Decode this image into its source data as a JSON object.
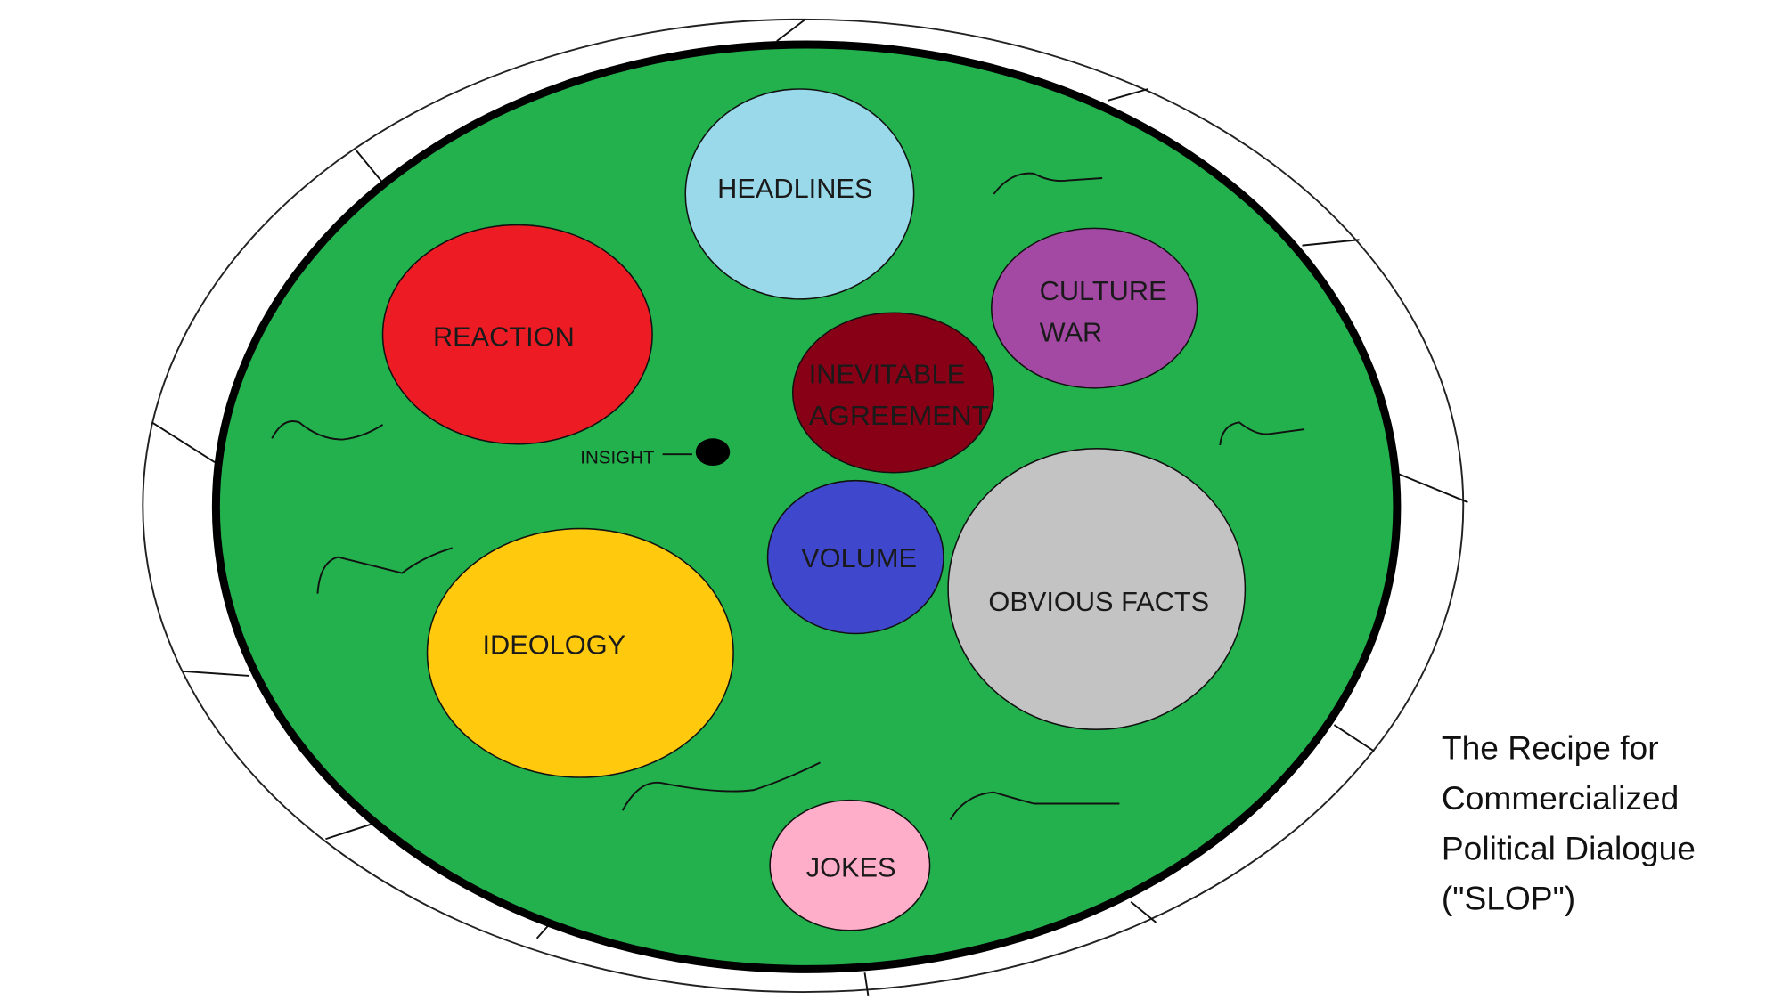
{
  "diagram": {
    "title_lines": [
      "The Recipe for",
      "Commercialized",
      "Political Dialogue",
      "(\"SLOP\")"
    ],
    "ingredients": [
      {
        "label_lines": [
          "HEADLINES"
        ],
        "color": "#99d9ea"
      },
      {
        "label_lines": [
          "REACTION"
        ],
        "color": "#ed1c24"
      },
      {
        "label_lines": [
          "CULTURE",
          "WAR"
        ],
        "color": "#a349a4"
      },
      {
        "label_lines": [
          "INEVITABLE",
          "AGREEMENT"
        ],
        "color": "#880015"
      },
      {
        "label_lines": [
          "VOLUME"
        ],
        "color": "#3f48cc"
      },
      {
        "label_lines": [
          "OBVIOUS FACTS"
        ],
        "color": "#c3c3c3"
      },
      {
        "label_lines": [
          "IDEOLOGY"
        ],
        "color": "#ffc90e"
      },
      {
        "label_lines": [
          "JOKES"
        ],
        "color": "#ffaec9"
      }
    ],
    "insight_label": "INSIGHT",
    "soup_color": "#22b14c",
    "plate_color": "#ffffff"
  }
}
